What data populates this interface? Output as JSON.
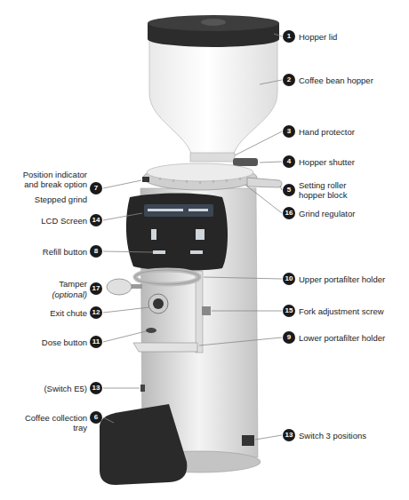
{
  "diagram": {
    "labels": [
      "1",
      "Hopper lid",
      "2",
      "Coffee bean hopper",
      "3",
      "Hand protector",
      "4",
      "Hopper shutter",
      "5",
      "Setting roller hopper block",
      "16",
      "Grind regulator",
      "10",
      "Upper portafilter holder",
      "15",
      "Fork adjustment screw",
      "9",
      "Lower portafilter holder",
      "13",
      "Switch 3 positions",
      "Position indicator and break option",
      "Stepped grind",
      "7",
      "LCD Screen",
      "14",
      "Refill button",
      "8",
      "Tamper",
      "(optional)",
      "17",
      "Exit chute",
      "12",
      "Dose button",
      "11",
      "(Switch E5)",
      "13",
      "Coffee collection tray",
      "6"
    ]
  }
}
